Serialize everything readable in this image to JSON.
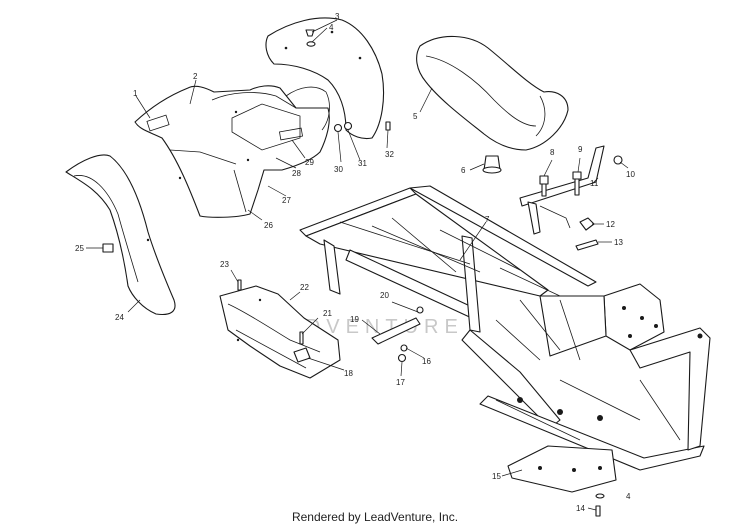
{
  "watermark": "LEADVENTURE",
  "credit": "Rendered by LeadVenture, Inc.",
  "callouts": {
    "c1": "1",
    "c2": "2",
    "c3": "3",
    "c4a": "4",
    "c4b": "4",
    "c5": "5",
    "c6": "6",
    "c7": "7",
    "c8": "8",
    "c9": "9",
    "c10": "10",
    "c11": "11",
    "c12": "12",
    "c13": "13",
    "c14": "14",
    "c15": "15",
    "c16": "16",
    "c17": "17",
    "c18": "18",
    "c19": "19",
    "c20": "20",
    "c21": "21",
    "c22": "22",
    "c23": "23",
    "c24": "24",
    "c25": "25",
    "c26": "26",
    "c27": "27",
    "c28": "28",
    "c29": "29",
    "c30": "30",
    "c31": "31",
    "c32": "32"
  }
}
